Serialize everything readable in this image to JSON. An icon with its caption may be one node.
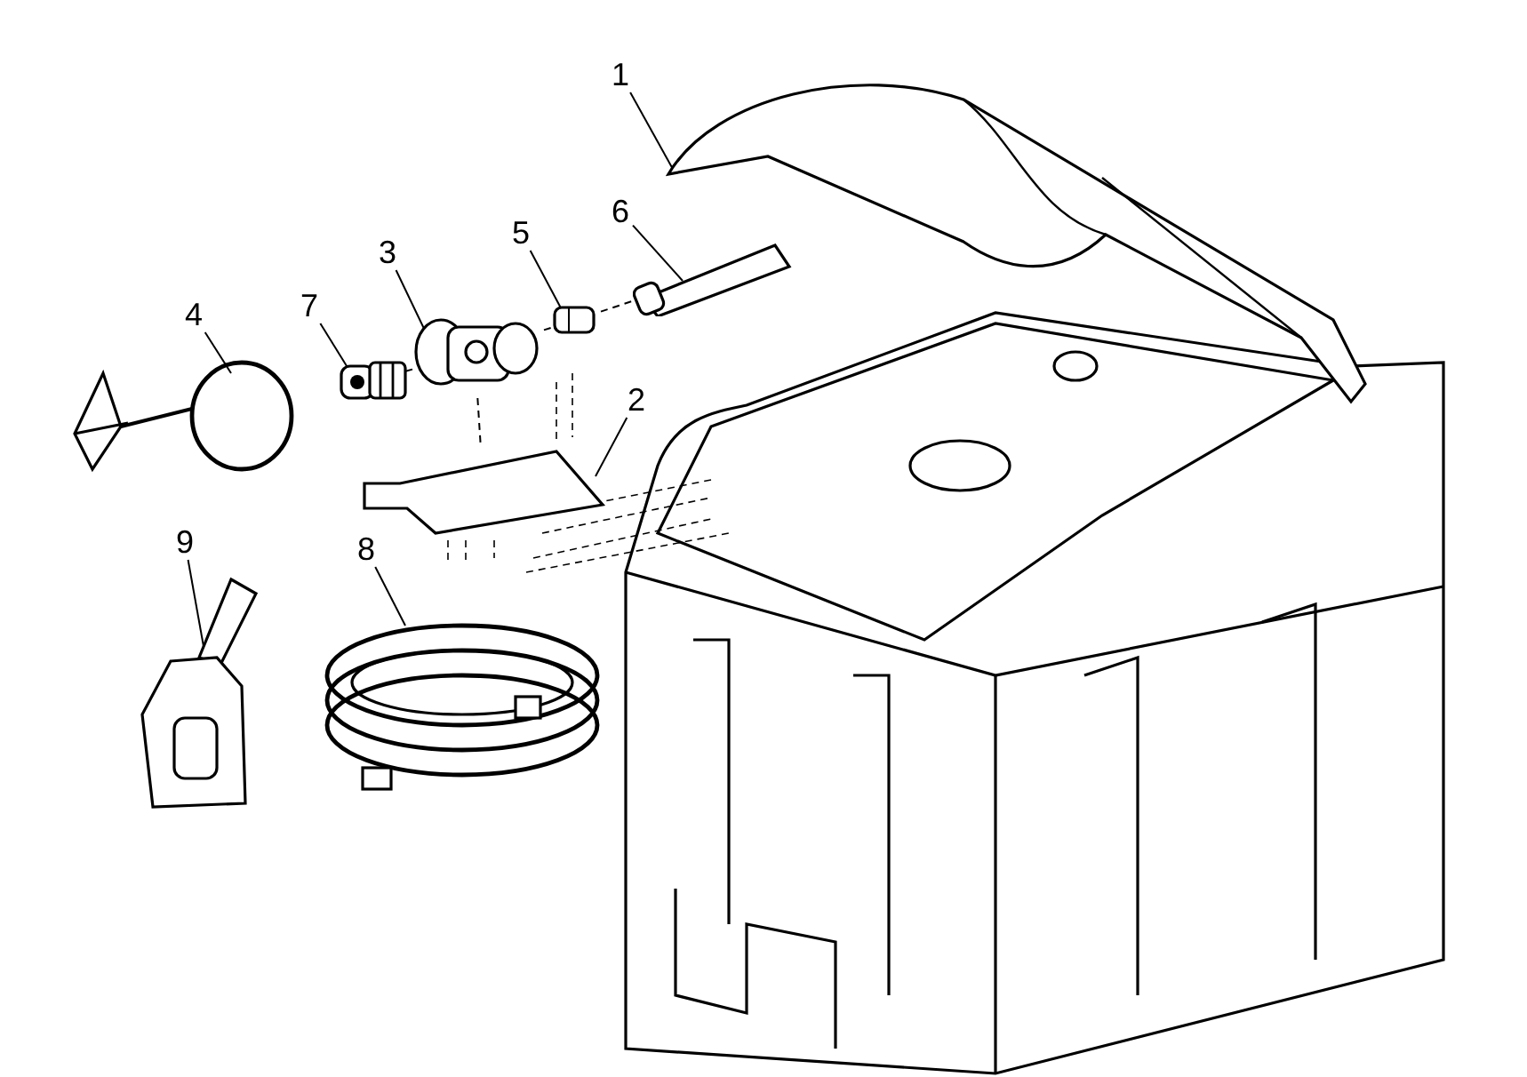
{
  "diagram": {
    "nodes": [
      {
        "text": [
          "1"
        ]
      },
      {
        "text": [
          "2"
        ]
      },
      {
        "text": [
          "3"
        ]
      },
      {
        "text": [
          "4"
        ]
      },
      {
        "text": [
          "5"
        ]
      },
      {
        "text": [
          "6"
        ]
      },
      {
        "text": [
          "7"
        ]
      },
      {
        "text": [
          "8"
        ]
      },
      {
        "text": [
          "9"
        ]
      },
      {
        "text": [],
        "shape": "picture"
      },
      {
        "text": [],
        "shape": "picture"
      },
      {
        "text": [],
        "shape": "picture"
      },
      {
        "text": [],
        "shape": "picture"
      },
      {
        "text": [],
        "shape": "picture"
      },
      {
        "text": [],
        "shape": "picture"
      },
      {
        "text": [],
        "shape": "picture"
      },
      {
        "text": [],
        "shape": "picture"
      },
      {
        "text": [],
        "shape": "picture"
      }
    ],
    "edges": [
      {
        "from": 0,
        "to": 9,
        "arrow": "none"
      },
      {
        "from": 1,
        "to": 10,
        "arrow": "none"
      },
      {
        "from": 2,
        "to": 11,
        "arrow": "none"
      },
      {
        "from": 3,
        "to": 12,
        "arrow": "none"
      },
      {
        "from": 4,
        "to": 13,
        "arrow": "none"
      },
      {
        "from": 5,
        "to": 14,
        "arrow": "none"
      },
      {
        "from": 6,
        "to": 15,
        "arrow": "none"
      },
      {
        "from": 7,
        "to": 16,
        "arrow": "none"
      },
      {
        "from": 8,
        "to": 17,
        "arrow": "none"
      },
      {
        "from": 11,
        "to": 10,
        "arrow": "none",
        "style": "dashed"
      },
      {
        "from": 15,
        "to": 11,
        "arrow": "none",
        "style": "dashed"
      },
      {
        "from": 11,
        "to": 13,
        "arrow": "none",
        "style": "dashed"
      },
      {
        "from": 13,
        "to": 14,
        "arrow": "none",
        "style": "dashed"
      }
    ]
  }
}
